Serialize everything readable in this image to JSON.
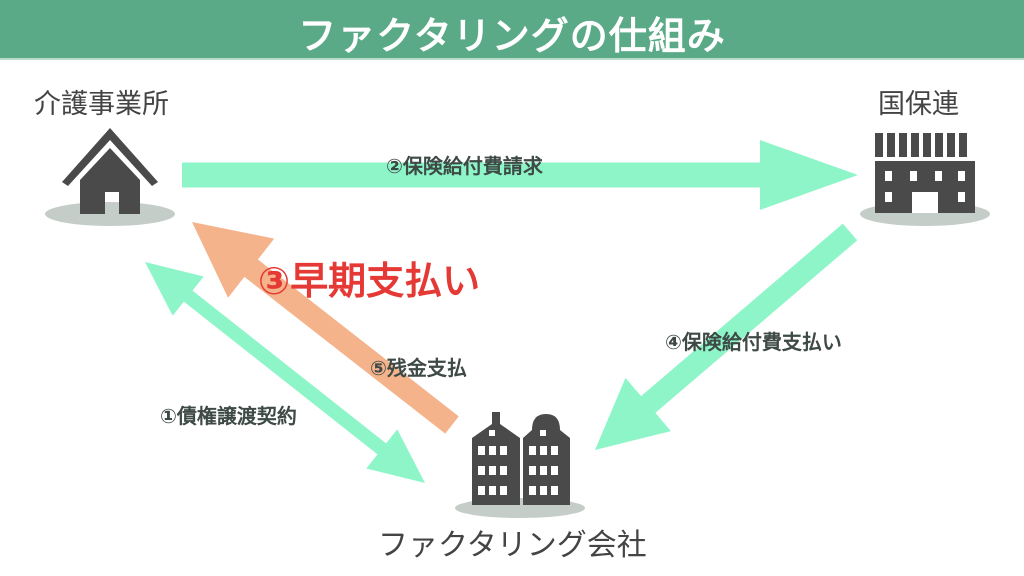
{
  "title": "ファクタリングの仕組み",
  "nodes": {
    "provider": "介護事業所",
    "kokuhoren": "国保連",
    "factoring": "ファクタリング会社"
  },
  "steps": {
    "s1": "①債権譲渡契約",
    "s2": "②保険給付費請求",
    "s3": "③早期支払い",
    "s4": "④保険給付費支払い",
    "s5": "⑤残金支払"
  },
  "icons": {
    "provider": "house-icon",
    "kokuhoren": "office-building-icon",
    "factoring": "twin-buildings-icon"
  },
  "colors": {
    "header": "#5aa987",
    "green_arrow": "#8ef5c9",
    "orange_arrow": "#f5b38c",
    "highlight": "#e53935",
    "icon": "#4a4a4a",
    "shadow": "#c5cdc8"
  }
}
